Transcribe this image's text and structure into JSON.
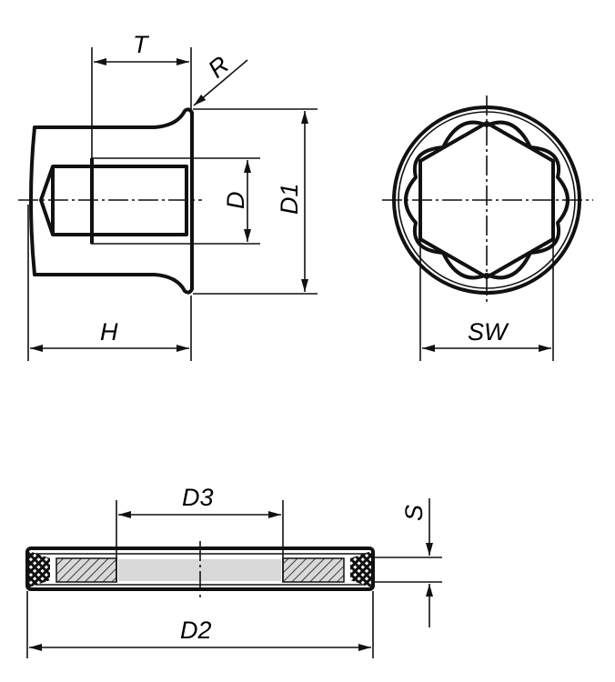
{
  "drawing": {
    "labels": {
      "T": "T",
      "R": "R",
      "D": "D",
      "D1": "D1",
      "H": "H",
      "SW": "SW",
      "D3": "D3",
      "D2": "D2",
      "S": "S"
    },
    "colors": {
      "section_fill": "#d9d9d9",
      "line": "#111111"
    }
  }
}
